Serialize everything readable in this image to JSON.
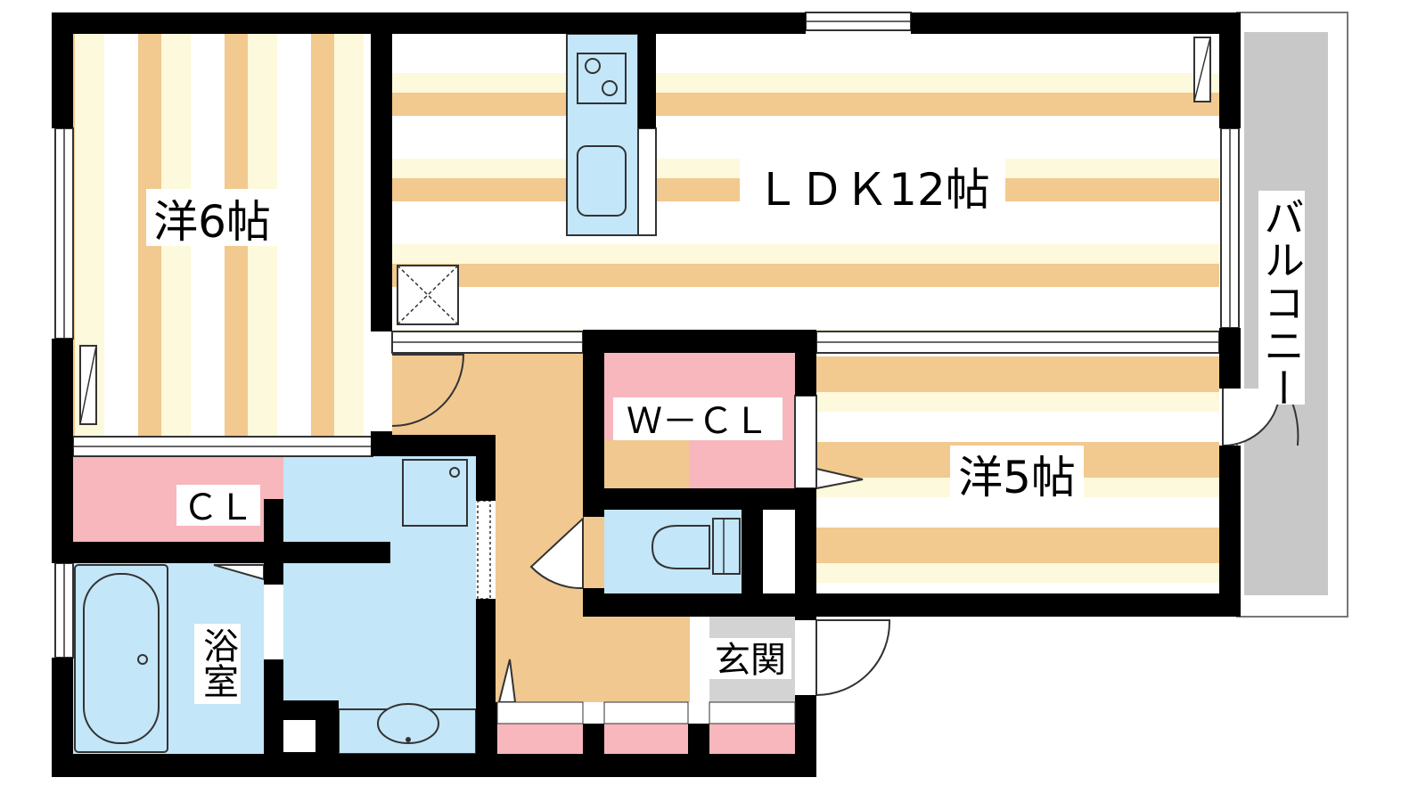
{
  "rooms": {
    "western_6": "洋6帖",
    "ldk": "ＬＤＫ12帖",
    "balcony": "バルコニー",
    "wcl": "Ｗ－ＣＬ",
    "western_5": "洋5帖",
    "cl": "ＣＬ",
    "bath": "浴室",
    "entrance": "玄関"
  },
  "colors": {
    "wall": "#000000",
    "floor_stripe": "#f2c98f",
    "floor_light": "#fdf9dc",
    "closet": "#f7b7bd",
    "wet_area": "#c3e6f8",
    "hallway": "#f0c890",
    "balcony": "#c8c8c8",
    "entrance_floor": "#d3d3d3"
  }
}
